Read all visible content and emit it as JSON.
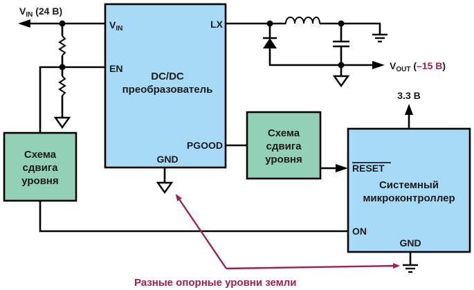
{
  "colors": {
    "block_blue": "#a6daf6",
    "block_green": "#92d1b7",
    "accent": "#a0214a",
    "wire": "#000000"
  },
  "vin_label": {
    "main": "V",
    "sub": "IN",
    "value": " (24 В)"
  },
  "vout_label": {
    "main": "V",
    "sub": "OUT",
    "open": " (",
    "value": "–15 В",
    "close": ")"
  },
  "supply_33": "3.3 В",
  "dcdc": {
    "title_line1": "DC/DC",
    "title_line2": "преобразователь",
    "pin_vin_main": "V",
    "pin_vin_sub": "IN",
    "pin_lx": "LX",
    "pin_en": "EN",
    "pin_pgood": "PGOOD",
    "pin_gnd": "GND"
  },
  "level_shifter_left": {
    "line1": "Схема",
    "line2": "сдвига",
    "line3": "уровня"
  },
  "level_shifter_mid": {
    "line1": "Схема",
    "line2": "сдвига",
    "line3": "уровня"
  },
  "mcu": {
    "title_line1": "Системный",
    "title_line2": "микроконтроллер",
    "pin_reset": "RESET",
    "pin_on": "ON",
    "pin_gnd": "GND"
  },
  "annotation": "Разные опорные уровни земли",
  "icons": [
    "resistor-icon",
    "inductor-icon",
    "diode-icon",
    "capacitor-icon",
    "ground-icon",
    "signal-ground-icon",
    "arrow-icon",
    "junction-dot-icon"
  ]
}
